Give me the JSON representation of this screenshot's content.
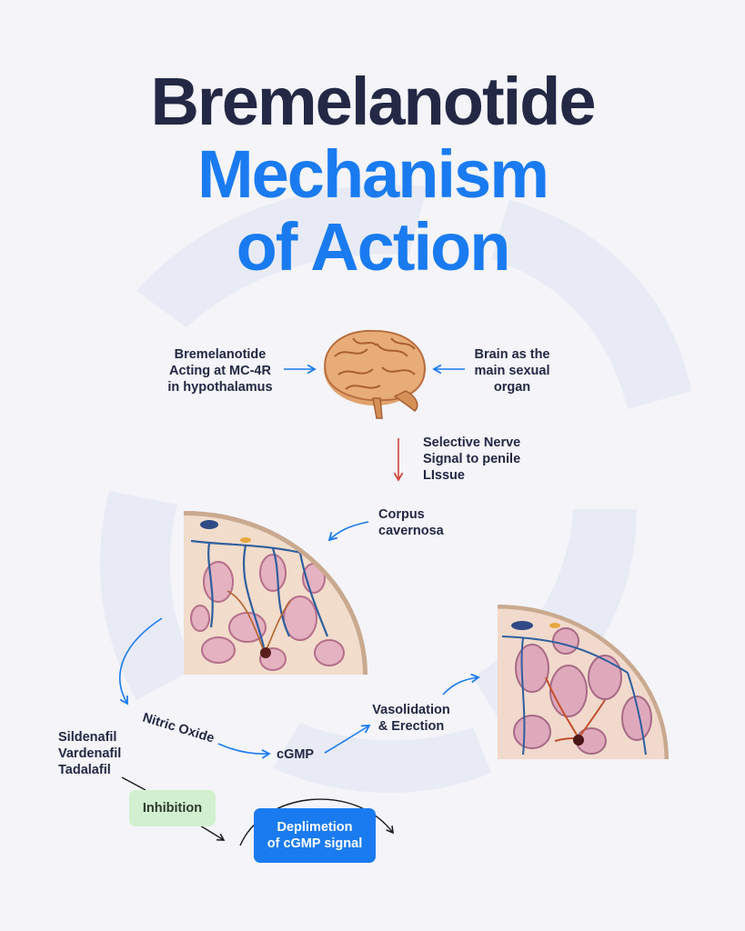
{
  "title": {
    "line1": "Bremelanotide",
    "line2": "Mechanism",
    "line3": "of Action"
  },
  "labels": {
    "bremelanotide": [
      "Bremelanotide",
      "Acting at MC-4R",
      "in hypothalamus"
    ],
    "brain_organ": [
      "Brain as the",
      "main sexual",
      "organ"
    ],
    "nerve_signal": [
      "Selective Nerve",
      "Signal to penile",
      "LIssue"
    ],
    "corpus": [
      "Corpus",
      "cavernosa"
    ],
    "nitric_oxide": "Nitric Oxide",
    "cgmp": "cGMP",
    "vasolidation": [
      "Vasolidation",
      "& Erection"
    ],
    "pde5_inhibitors": [
      "Sildenafil",
      "Vardenafil",
      "Tadalafil"
    ],
    "inhibition": "Inhibition",
    "depletion": [
      "Deplimetion",
      "of cGMP signal"
    ]
  },
  "icons": {
    "brain": "brain-icon",
    "tissue_left": "corpus-cavernosum-cross-section-icon",
    "tissue_right": "erect-tissue-cross-section-icon"
  },
  "colors": {
    "title_dark": "#232845",
    "accent_blue": "#1a7bf1",
    "arrow_red": "#d0453b",
    "inhibition_bg": "#d2f0cf",
    "background": "#f4f4f9"
  }
}
